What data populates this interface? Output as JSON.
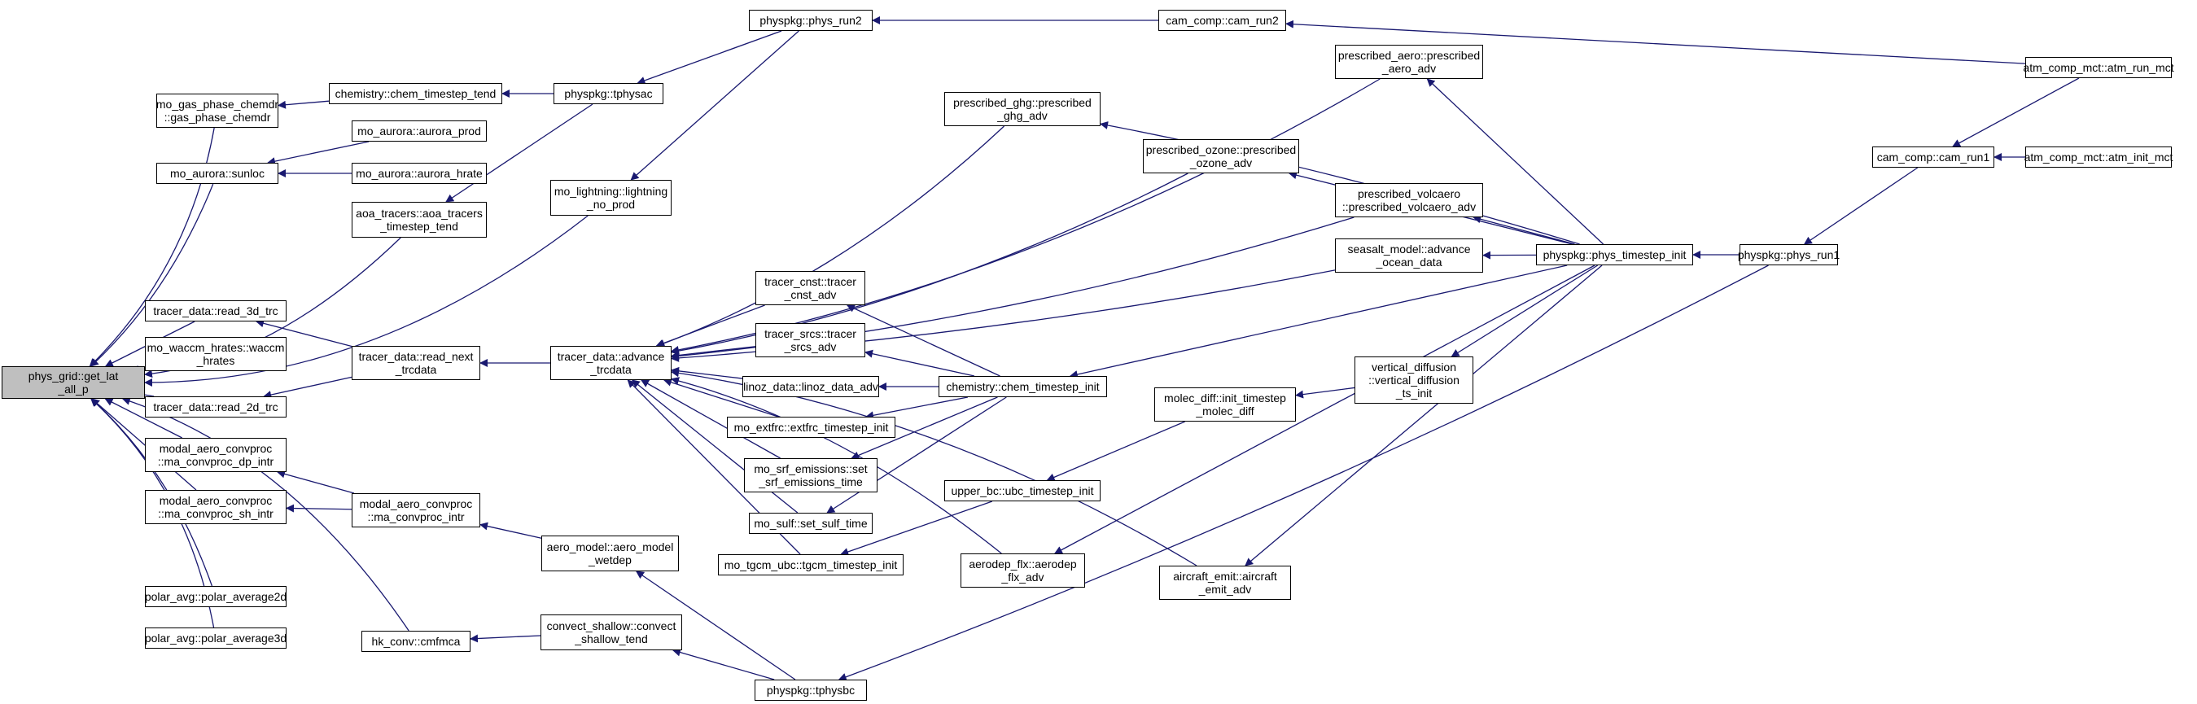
{
  "colors": {
    "edge": "#191970",
    "root_fill": "#bfbfbf",
    "node_fill": "#ffffff",
    "node_border": "#000000"
  },
  "nodes": [
    {
      "id": "root",
      "label": "phys_grid::get_lat\n_all_p",
      "root": true
    },
    {
      "id": "gas",
      "label": "mo_gas_phase_chemdr\n::gas_phase_chemdr"
    },
    {
      "id": "sunloc",
      "label": "mo_aurora::sunloc"
    },
    {
      "id": "aoa",
      "label": "aoa_tracers::aoa_tracers\n_timestep_tend"
    },
    {
      "id": "read3d",
      "label": "tracer_data::read_3d_trc"
    },
    {
      "id": "waccm",
      "label": "mo_waccm_hrates::waccm\n_hrates"
    },
    {
      "id": "read2d",
      "label": "tracer_data::read_2d_trc"
    },
    {
      "id": "dpintr",
      "label": "modal_aero_convproc\n::ma_convproc_dp_intr"
    },
    {
      "id": "shintr",
      "label": "modal_aero_convproc\n::ma_convproc_sh_intr"
    },
    {
      "id": "polar2d",
      "label": "polar_avg::polar_average2d"
    },
    {
      "id": "polar3d",
      "label": "polar_avg::polar_average3d"
    },
    {
      "id": "chemtend",
      "label": "chemistry::chem_timestep_tend"
    },
    {
      "id": "aprod",
      "label": "mo_aurora::aurora_prod"
    },
    {
      "id": "ahrate",
      "label": "mo_aurora::aurora_hrate"
    },
    {
      "id": "readnext",
      "label": "tracer_data::read_next\n_trcdata"
    },
    {
      "id": "convintr",
      "label": "modal_aero_convproc\n::ma_convproc_intr"
    },
    {
      "id": "cmfmca",
      "label": "hk_conv::cmfmca"
    },
    {
      "id": "tphysac",
      "label": "physpkg::tphysac"
    },
    {
      "id": "lightning",
      "label": "mo_lightning::lightning\n_no_prod"
    },
    {
      "id": "advance",
      "label": "tracer_data::advance\n_trcdata"
    },
    {
      "id": "wetdep",
      "label": "aero_model::aero_model\n_wetdep"
    },
    {
      "id": "convshallow",
      "label": "convect_shallow::convect\n_shallow_tend"
    },
    {
      "id": "physrun2",
      "label": "physpkg::phys_run2"
    },
    {
      "id": "cnstadv",
      "label": "tracer_cnst::tracer\n_cnst_adv"
    },
    {
      "id": "srcsadv",
      "label": "tracer_srcs::tracer\n_srcs_adv"
    },
    {
      "id": "linoz",
      "label": "linoz_data::linoz_data_adv"
    },
    {
      "id": "extfrc",
      "label": "mo_extfrc::extfrc_timestep_init"
    },
    {
      "id": "srfemis",
      "label": "mo_srf_emissions::set\n_srf_emissions_time"
    },
    {
      "id": "sulf",
      "label": "mo_sulf::set_sulf_time"
    },
    {
      "id": "tgcm",
      "label": "mo_tgcm_ubc::tgcm_timestep_init"
    },
    {
      "id": "tphysbc",
      "label": "physpkg::tphysbc"
    },
    {
      "id": "campcr2",
      "label": "cam_comp::cam_run2"
    },
    {
      "id": "pghg",
      "label": "prescribed_ghg::prescribed\n_ghg_adv"
    },
    {
      "id": "chemtsi",
      "label": "chemistry::chem_timestep_init"
    },
    {
      "id": "ubcinit",
      "label": "upper_bc::ubc_timestep_init"
    },
    {
      "id": "aerodep",
      "label": "aerodep_flx::aerodep\n_flx_adv"
    },
    {
      "id": "paero",
      "label": "prescribed_aero::prescribed\n_aero_adv"
    },
    {
      "id": "pozone",
      "label": "prescribed_ozone::prescribed\n_ozone_adv"
    },
    {
      "id": "pvolc",
      "label": "prescribed_volcaero\n::prescribed_volcaero_adv"
    },
    {
      "id": "seasalt",
      "label": "seasalt_model::advance\n_ocean_data"
    },
    {
      "id": "molec",
      "label": "molec_diff::init_timestep\n_molec_diff"
    },
    {
      "id": "aircraft",
      "label": "aircraft_emit::aircraft\n_emit_adv"
    },
    {
      "id": "vdiff",
      "label": "vertical_diffusion\n::vertical_diffusion\n_ts_init"
    },
    {
      "id": "physts",
      "label": "physpkg::phys_timestep_init"
    },
    {
      "id": "physrun1",
      "label": "physpkg::phys_run1"
    },
    {
      "id": "camrun1",
      "label": "cam_comp::cam_run1"
    },
    {
      "id": "atmrun",
      "label": "atm_comp_mct::atm_run_mct"
    },
    {
      "id": "atminit",
      "label": "atm_comp_mct::atm_init_mct"
    }
  ]
}
